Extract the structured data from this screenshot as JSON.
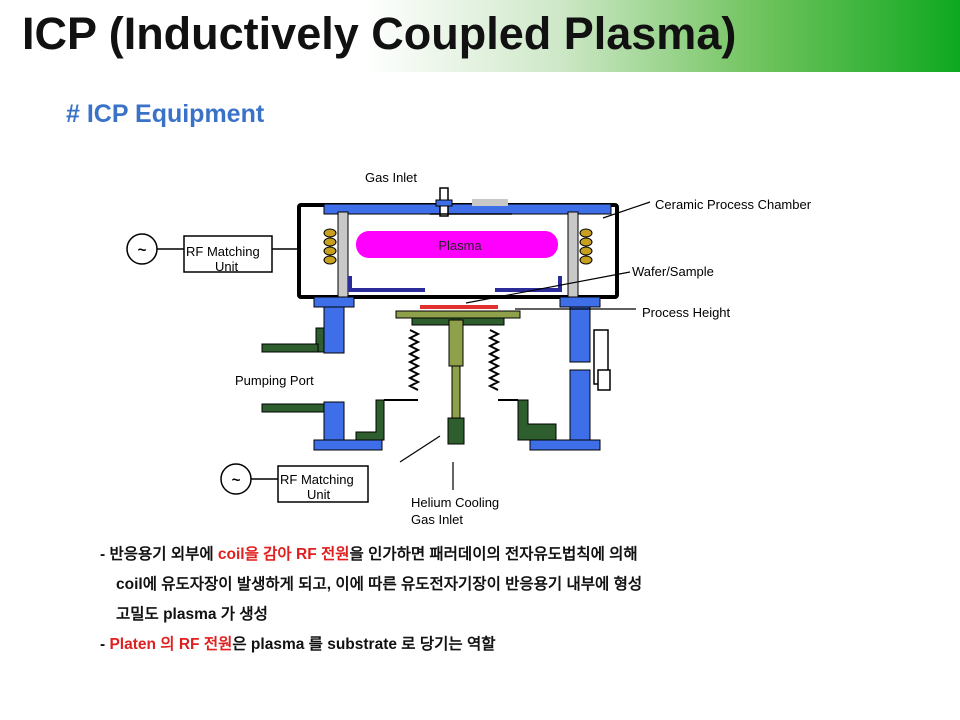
{
  "header": {
    "title": "ICP (Inductively Coupled Plasma)"
  },
  "section": {
    "subtitle": "# ICP Equipment"
  },
  "diagram": {
    "labels": {
      "gas_inlet": "Gas Inlet",
      "ceramic_chamber": "Ceramic Process Chamber",
      "plasma": "Plasma",
      "wafer": "Wafer/Sample",
      "process_height": "Process Height",
      "pumping_port": "Pumping Port",
      "helium_line1": "Helium Cooling",
      "helium_line2": "Gas Inlet",
      "rf1_line1": "RF Matching",
      "rf1_line2": "Unit",
      "rf2_line1": "RF Matching",
      "rf2_line2": "Unit",
      "ac_symbol_1": "~",
      "ac_symbol_2": "~"
    },
    "colors": {
      "chamber_blue": "#3f6fe8",
      "chamber_outline": "#000000",
      "plasma_magenta": "#ff00ff",
      "coil_gold": "#c8a020",
      "dark_green": "#2e5e2e",
      "olive": "#8fa04a",
      "wafer_red": "#e03030",
      "inner_gray": "#c8c8c8",
      "navy": "#2b2b9a"
    }
  },
  "bullets": {
    "b1_prefix": "- 반응용기 외부에 ",
    "b1_red": "coil을 감아 RF 전원",
    "b1_suffix": "을 인가하면 패러데이의 전자유도법칙에 의해",
    "b1_line2": "coil에 유도자장이 발생하게 되고, 이에 따른 유도전자기장이 반응용기 내부에 형성",
    "b1_line3": "고밀도 plasma 가 생성",
    "b2_prefix": "- ",
    "b2_red": "Platen 의 RF 전원",
    "b2_suffix": "은 plasma 를 substrate 로 당기는 역할"
  }
}
